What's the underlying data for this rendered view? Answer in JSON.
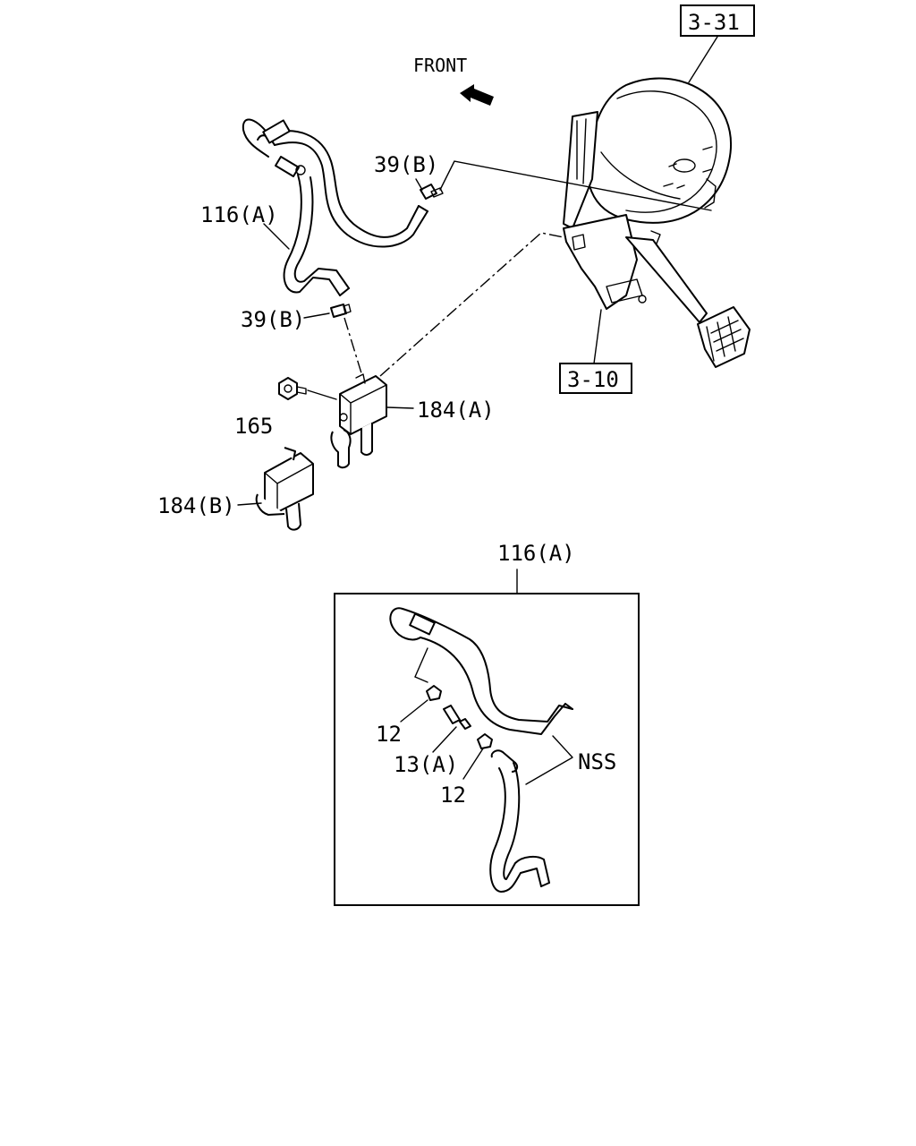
{
  "labels": {
    "ref_3_31": "3-31",
    "ref_3_10": "3-10",
    "front": "FRONT",
    "p116a_top": "116(A)",
    "p39b_top": "39(B)",
    "p39b_mid": "39(B)",
    "p165": "165",
    "p184a": "184(A)",
    "p184b": "184(B)",
    "p116a_inset": "116(A)",
    "p12_upper": "12",
    "p13a": "13(A)",
    "p12_lower": "12",
    "nss": "NSS"
  },
  "icons": {
    "front_arrow": "front-arrow-icon"
  }
}
